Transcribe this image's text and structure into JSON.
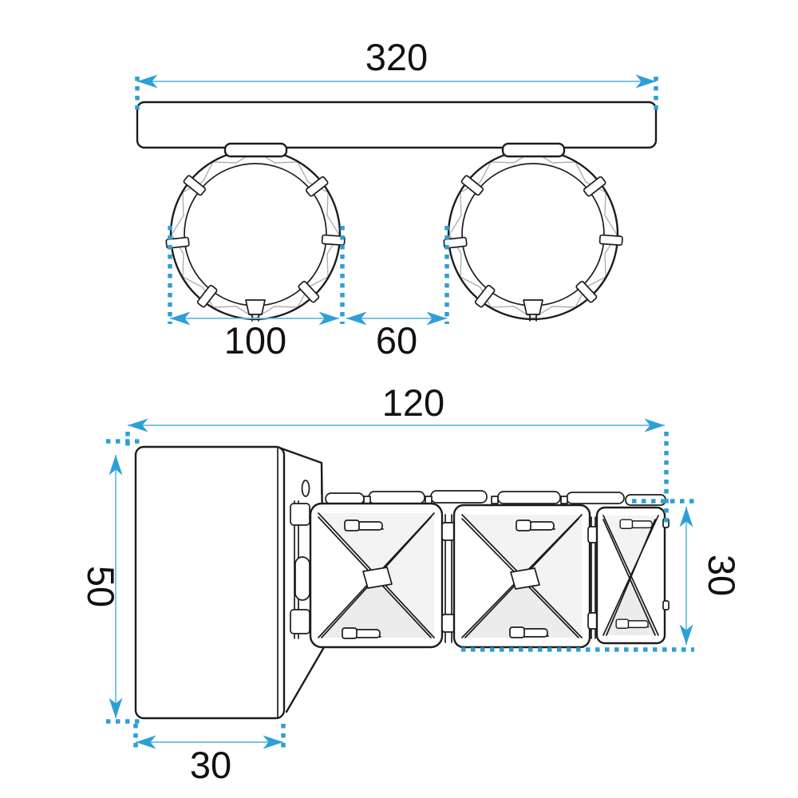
{
  "drawing": {
    "dimensions": {
      "overall_width": "320",
      "shade_diameter": "100",
      "shade_gap": "60",
      "side_width": "120",
      "side_height": "50",
      "base_depth": "30",
      "crystal_height": "30"
    },
    "colors": {
      "dimension_accent": "#2E9FD6",
      "dimension_line": "#66BBE4",
      "outline": "#1C1C1C",
      "facet_gray": "#B0B0B0",
      "background": "#FFFFFF"
    }
  }
}
